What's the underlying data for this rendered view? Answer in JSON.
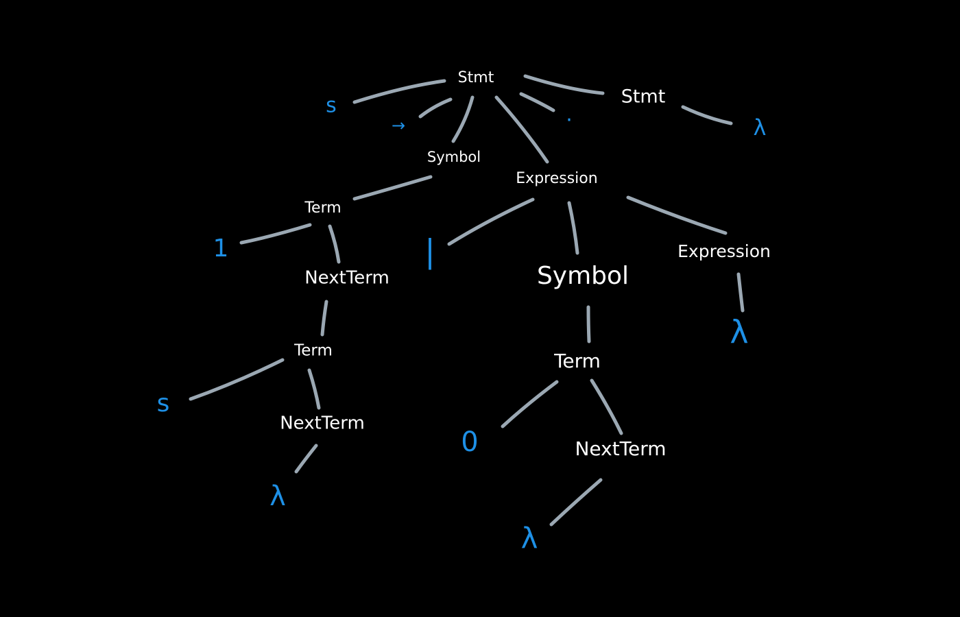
{
  "colors": {
    "background": "#000000",
    "nonterminal": "#ffffff",
    "terminal": "#1e90e6",
    "edge": "#9ba8b3"
  },
  "tree": {
    "root": {
      "label": "Stmt"
    },
    "leaf_s_top": {
      "label": "s"
    },
    "arrow": {
      "label": "→"
    },
    "symbol_1": {
      "label": "Symbol"
    },
    "expression_1": {
      "label": "Expression"
    },
    "dot": {
      "label": "."
    },
    "stmt_2": {
      "label": "Stmt"
    },
    "lambda_stmt": {
      "label": "λ"
    },
    "term_1": {
      "label": "Term"
    },
    "one": {
      "label": "1"
    },
    "nextterm_1": {
      "label": "NextTerm"
    },
    "term_2": {
      "label": "Term"
    },
    "s_2": {
      "label": "s"
    },
    "nextterm_2": {
      "label": "NextTerm"
    },
    "lambda_1": {
      "label": "λ"
    },
    "bar": {
      "label": "|"
    },
    "symbol_2": {
      "label": "Symbol"
    },
    "term_3": {
      "label": "Term"
    },
    "zero": {
      "label": "0"
    },
    "nextterm_3": {
      "label": "NextTerm"
    },
    "lambda_2": {
      "label": "λ"
    },
    "expression_2": {
      "label": "Expression"
    },
    "lambda_3": {
      "label": "λ"
    }
  }
}
